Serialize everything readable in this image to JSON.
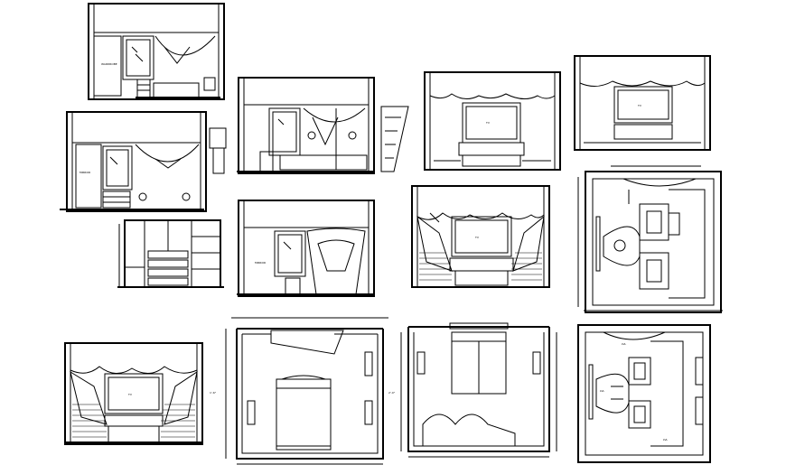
{
  "drawing": {
    "labels": {
      "tv_a": "TV",
      "tv_b": "TV",
      "tv_c": "TV",
      "tv_d": "TV",
      "mirror_a": "MIRROR",
      "mirror_b": "MIRROR",
      "wardrobe": "WARDROBE",
      "dim_a": "1'-6\"",
      "dim_b": "2'-0\"",
      "plan_a": "LVL",
      "plan_b": "LVL",
      "plan_c": "LVL"
    }
  }
}
